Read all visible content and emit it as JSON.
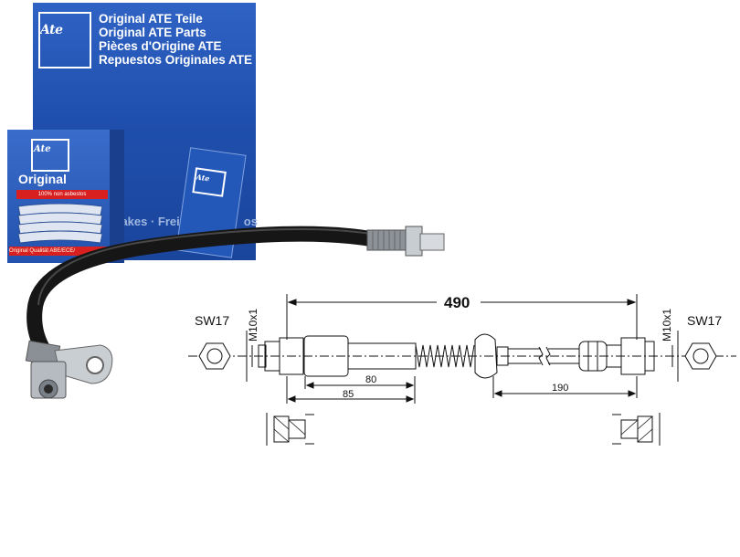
{
  "box_large": {
    "logo": "Ate",
    "lines": [
      "Original ATE Teile",
      "Original ATE Parts",
      "Pièces d'Origine ATE",
      "Repuestos Originales ATE"
    ],
    "bottom_text": "Brakes · Frei",
    "bottom_text_tail": "os"
  },
  "box_small": {
    "logo": "Ate",
    "title": "Original",
    "asbestos": "100% non asbestos",
    "quality": "Original Qualität  ABE/ECE/"
  },
  "booklet": {
    "logo": "Ate"
  },
  "drawing": {
    "length_total": "490",
    "dim_a": "80",
    "dim_b": "85",
    "dim_c": "190",
    "wrench_left": "SW17",
    "wrench_right": "SW17",
    "thread_left": "M10x1",
    "thread_right": "M10x1"
  },
  "colors": {
    "ate_blue": "#2252ad",
    "hose": "#1a1a1a",
    "steel": "#b9bec4"
  }
}
